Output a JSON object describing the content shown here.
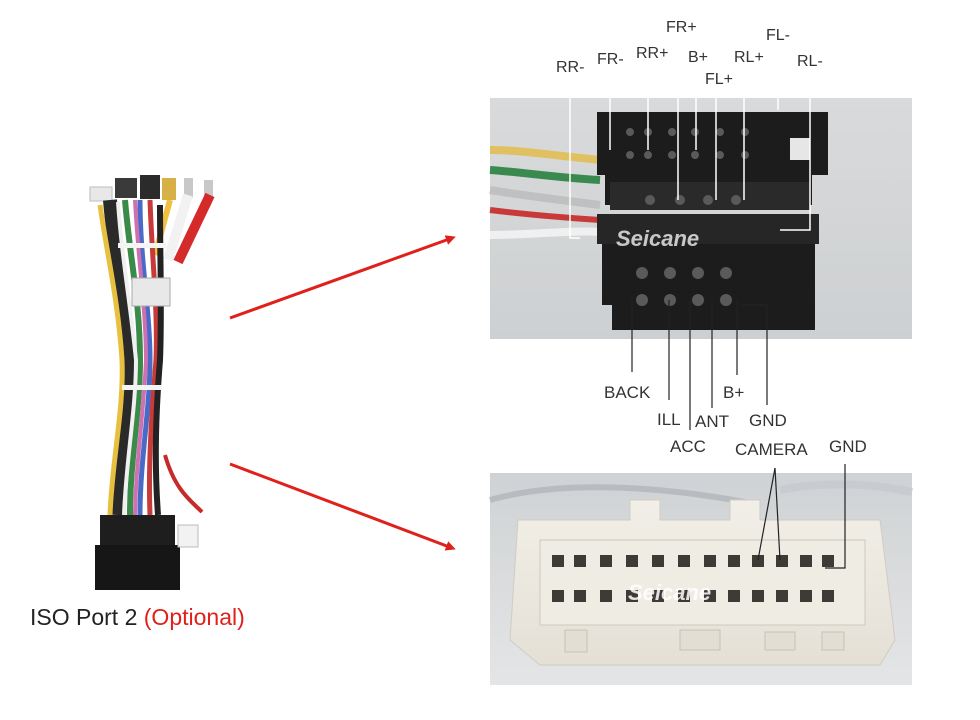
{
  "caption": {
    "main": "ISO Port 2",
    "optional": "(Optional)"
  },
  "watermark": "Seicane",
  "top_labels": [
    "RR-",
    "FR-",
    "RR+",
    "FR+",
    "B+",
    "FL+",
    "RL+",
    "FL-",
    "RL-"
  ],
  "bottom_labels": [
    "BACK",
    "ILL",
    "ACC",
    "ANT",
    "B+",
    "GND"
  ],
  "white_labels": [
    "CAMERA",
    "GND"
  ],
  "colors": {
    "arrow": "#e0201b",
    "label": "#333333",
    "leader": "#ffffff",
    "accent": "#e0201b"
  }
}
